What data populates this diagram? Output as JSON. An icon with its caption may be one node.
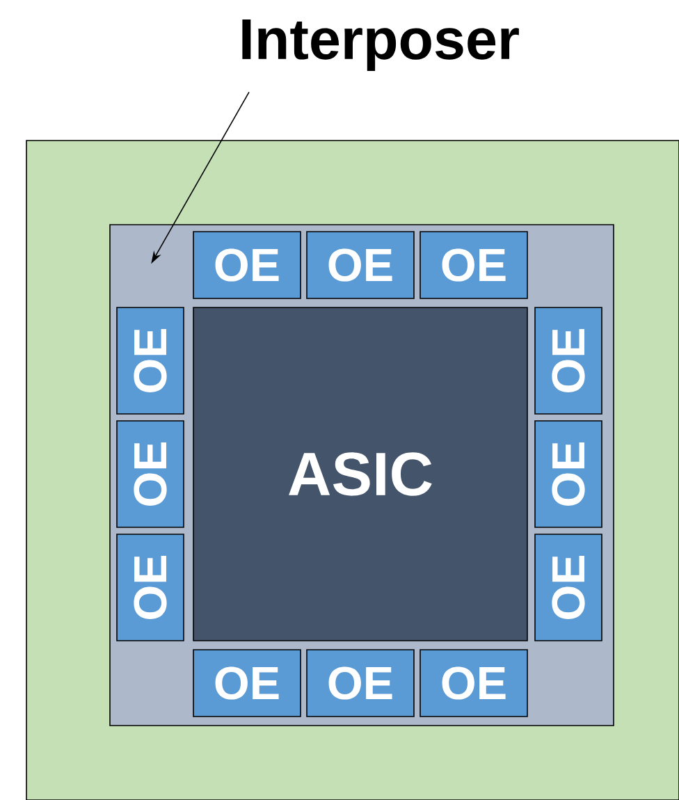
{
  "diagram": {
    "nodes": [
      {
        "text": [
          "Interposer"
        ]
      },
      {
        "text": [],
        "shape": "box"
      },
      {
        "text": [],
        "shape": "box",
        "in": 1
      },
      {
        "text": [
          "OE"
        ],
        "in": 2
      },
      {
        "text": [
          "OE"
        ],
        "in": 2
      },
      {
        "text": [
          "OE"
        ],
        "in": 2
      },
      {
        "text": [
          "OE"
        ],
        "in": 2
      },
      {
        "text": [
          "OE"
        ],
        "in": 2
      },
      {
        "text": [
          "OE"
        ],
        "in": 2
      },
      {
        "text": [
          "ASIC"
        ],
        "in": 2
      },
      {
        "text": [
          "OE"
        ],
        "in": 2
      },
      {
        "text": [
          "OE"
        ],
        "in": 2
      },
      {
        "text": [
          "OE"
        ],
        "in": 2
      },
      {
        "text": [
          "OE"
        ],
        "in": 2
      },
      {
        "text": [
          "OE"
        ],
        "in": 2
      },
      {
        "text": [
          "OE"
        ],
        "in": 2
      }
    ],
    "edges": [
      {
        "from": 0,
        "to": 2,
        "arrow": "to"
      }
    ]
  }
}
